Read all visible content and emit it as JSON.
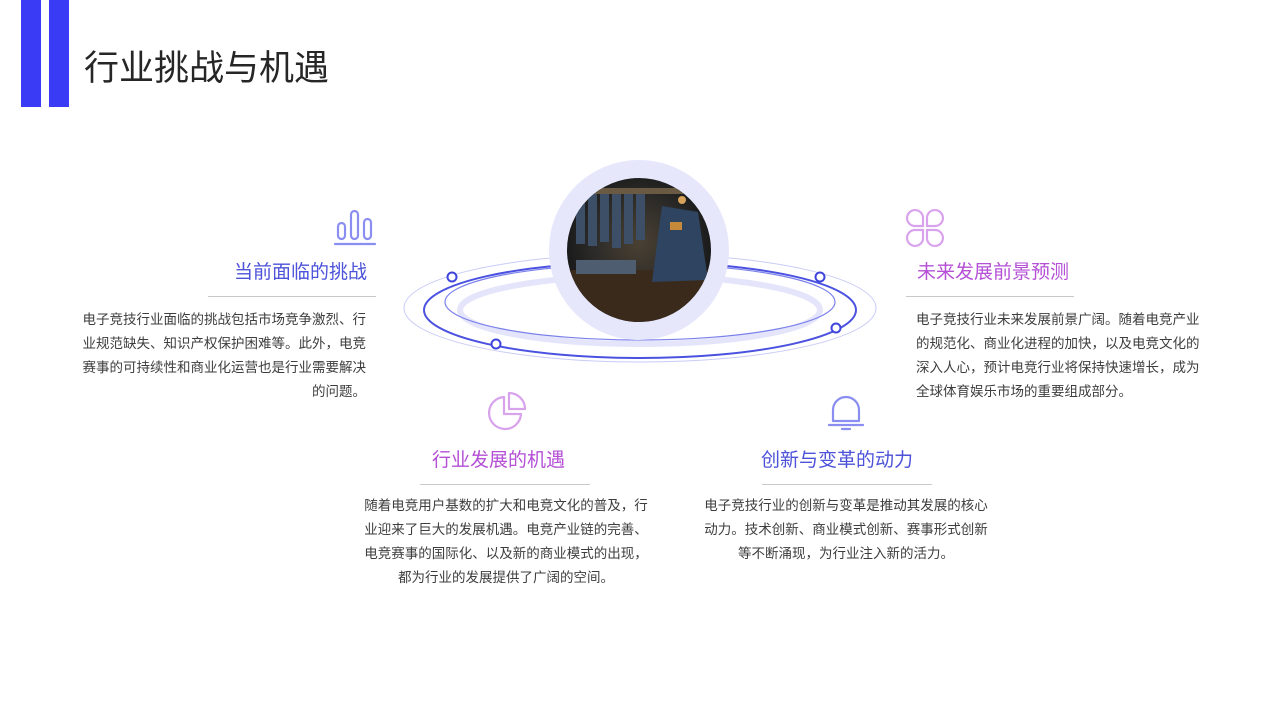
{
  "header": {
    "title": "行业挑战与机遇"
  },
  "colors": {
    "accent_blue": "#3a3cf5",
    "heading_blue": "#4c52d9",
    "heading_purple": "#b44fd6",
    "icon_blue": "#8a8ef0",
    "icon_pink": "#d9a2ec",
    "photo_ring": "#e6e7fb"
  },
  "center": {
    "image_desc_icon": "clothing-store-photo"
  },
  "sections": {
    "challenges": {
      "icon": "bar-chart-icon",
      "title": "当前面临的挑战",
      "text": "电子竞技行业面临的挑战包括市场竞争激烈、行业规范缺失、知识产权保护困难等。此外，电竞赛事的可持续性和商业化运营也是行业需要解决的问题。"
    },
    "future": {
      "icon": "clover-grid-icon",
      "title": "未来发展前景预测",
      "text": "电子竞技行业未来发展前景广阔。随着电竞产业的规范化、商业化进程的加快，以及电竞文化的深入人心，预计电竞行业将保持快速增长，成为全球体育娱乐市场的重要组成部分。"
    },
    "opportunities": {
      "icon": "pie-chart-icon",
      "title": "行业发展的机遇",
      "text": "随着电竞用户基数的扩大和电竞文化的普及，行业迎来了巨大的发展机遇。电竞产业链的完善、电竞赛事的国际化、以及新的商业模式的出现，都为行业的发展提供了广阔的空间。"
    },
    "innovation": {
      "icon": "bell-icon",
      "title": "创新与变革的动力",
      "text": "电子竞技行业的创新与变革是推动其发展的核心动力。技术创新、商业模式创新、赛事形式创新等不断涌现，为行业注入新的活力。"
    }
  }
}
